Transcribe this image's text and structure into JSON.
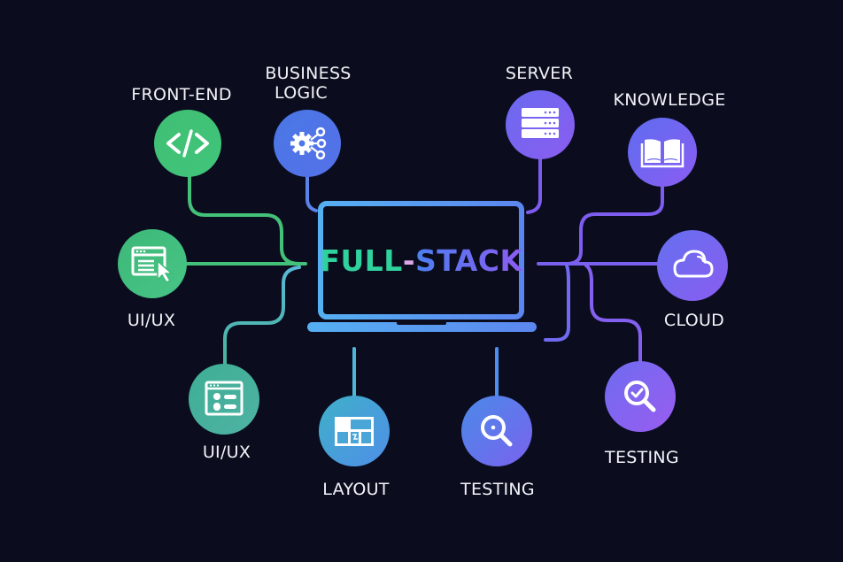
{
  "diagram": {
    "center": {
      "title_parts": [
        "FULL",
        "-",
        "STACK"
      ],
      "device": "laptop"
    },
    "nodes": [
      {
        "id": "front-end",
        "label": "FRONT-END",
        "icon": "code-icon",
        "color_from": "#3fbf74",
        "color_to": "#41c57a"
      },
      {
        "id": "business-logic",
        "label_lines": [
          "BUSINESS",
          "LOGIC"
        ],
        "icon": "gear-network-icon",
        "color_from": "#4a78e6",
        "color_to": "#5570e8"
      },
      {
        "id": "server",
        "label": "SERVER",
        "icon": "server-icon",
        "color_from": "#6a6bf0",
        "color_to": "#8a5cf0"
      },
      {
        "id": "knowledge",
        "label": "KNOWLEDGE",
        "icon": "book-icon",
        "color_from": "#5d6df0",
        "color_to": "#8b5cf2"
      },
      {
        "id": "ui-ux-left",
        "label": "UI/UX",
        "icon": "browser-cursor-icon",
        "color_from": "#3cb878",
        "color_to": "#48c486"
      },
      {
        "id": "cloud",
        "label": "CLOUD",
        "icon": "cloud-icon",
        "color_from": "#6470f0",
        "color_to": "#8a5cf0"
      },
      {
        "id": "ui-ux-bottom",
        "label": "UI/UX",
        "icon": "browser-form-icon",
        "color_from": "#3eaf94",
        "color_to": "#4fb2a4"
      },
      {
        "id": "layout",
        "label": "LAYOUT",
        "icon": "layout-grid-icon",
        "color_from": "#3fb0c8",
        "color_to": "#4f8fe8"
      },
      {
        "id": "testing-center",
        "label": "TESTING",
        "icon": "magnifier-icon",
        "color_from": "#4a8ae8",
        "color_to": "#7a62ee"
      },
      {
        "id": "testing-right",
        "label": "TESTING",
        "icon": "magnifier-check-icon",
        "color_from": "#6e6cf0",
        "color_to": "#9a5cf0"
      }
    ],
    "colors": {
      "background": "#0b0d1f",
      "green": "#3fbf74",
      "teal": "#4fb8b8",
      "blue": "#4c9bef",
      "purple": "#7b5cf0",
      "laptop": "#4f9ff0",
      "title_green": "#2fd2a0",
      "title_dash": "#e0a8e8",
      "title_blue": "#4f7cf0",
      "title_purple": "#8a5cf2"
    }
  }
}
